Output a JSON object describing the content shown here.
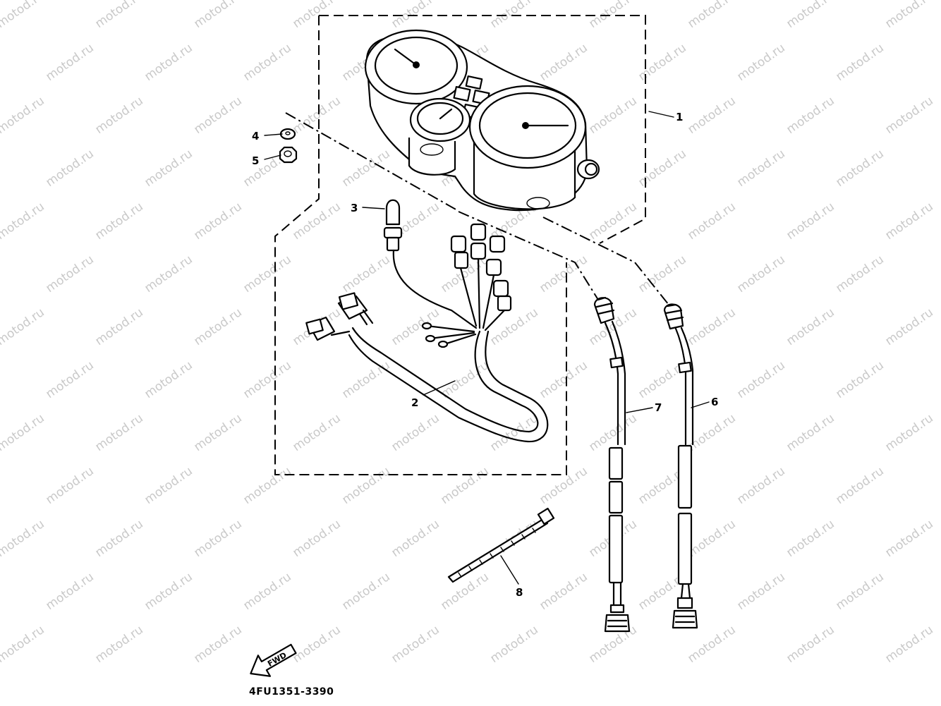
{
  "diagram": {
    "watermark": "motod.ru",
    "part_code": "4FU1351-3390",
    "direction_label": "FWD",
    "callouts": [
      {
        "id": "1",
        "label": "1"
      },
      {
        "id": "2",
        "label": "2"
      },
      {
        "id": "3",
        "label": "3"
      },
      {
        "id": "4",
        "label": "4"
      },
      {
        "id": "5",
        "label": "5"
      },
      {
        "id": "6",
        "label": "6"
      },
      {
        "id": "7",
        "label": "7"
      },
      {
        "id": "8",
        "label": "8"
      }
    ]
  }
}
